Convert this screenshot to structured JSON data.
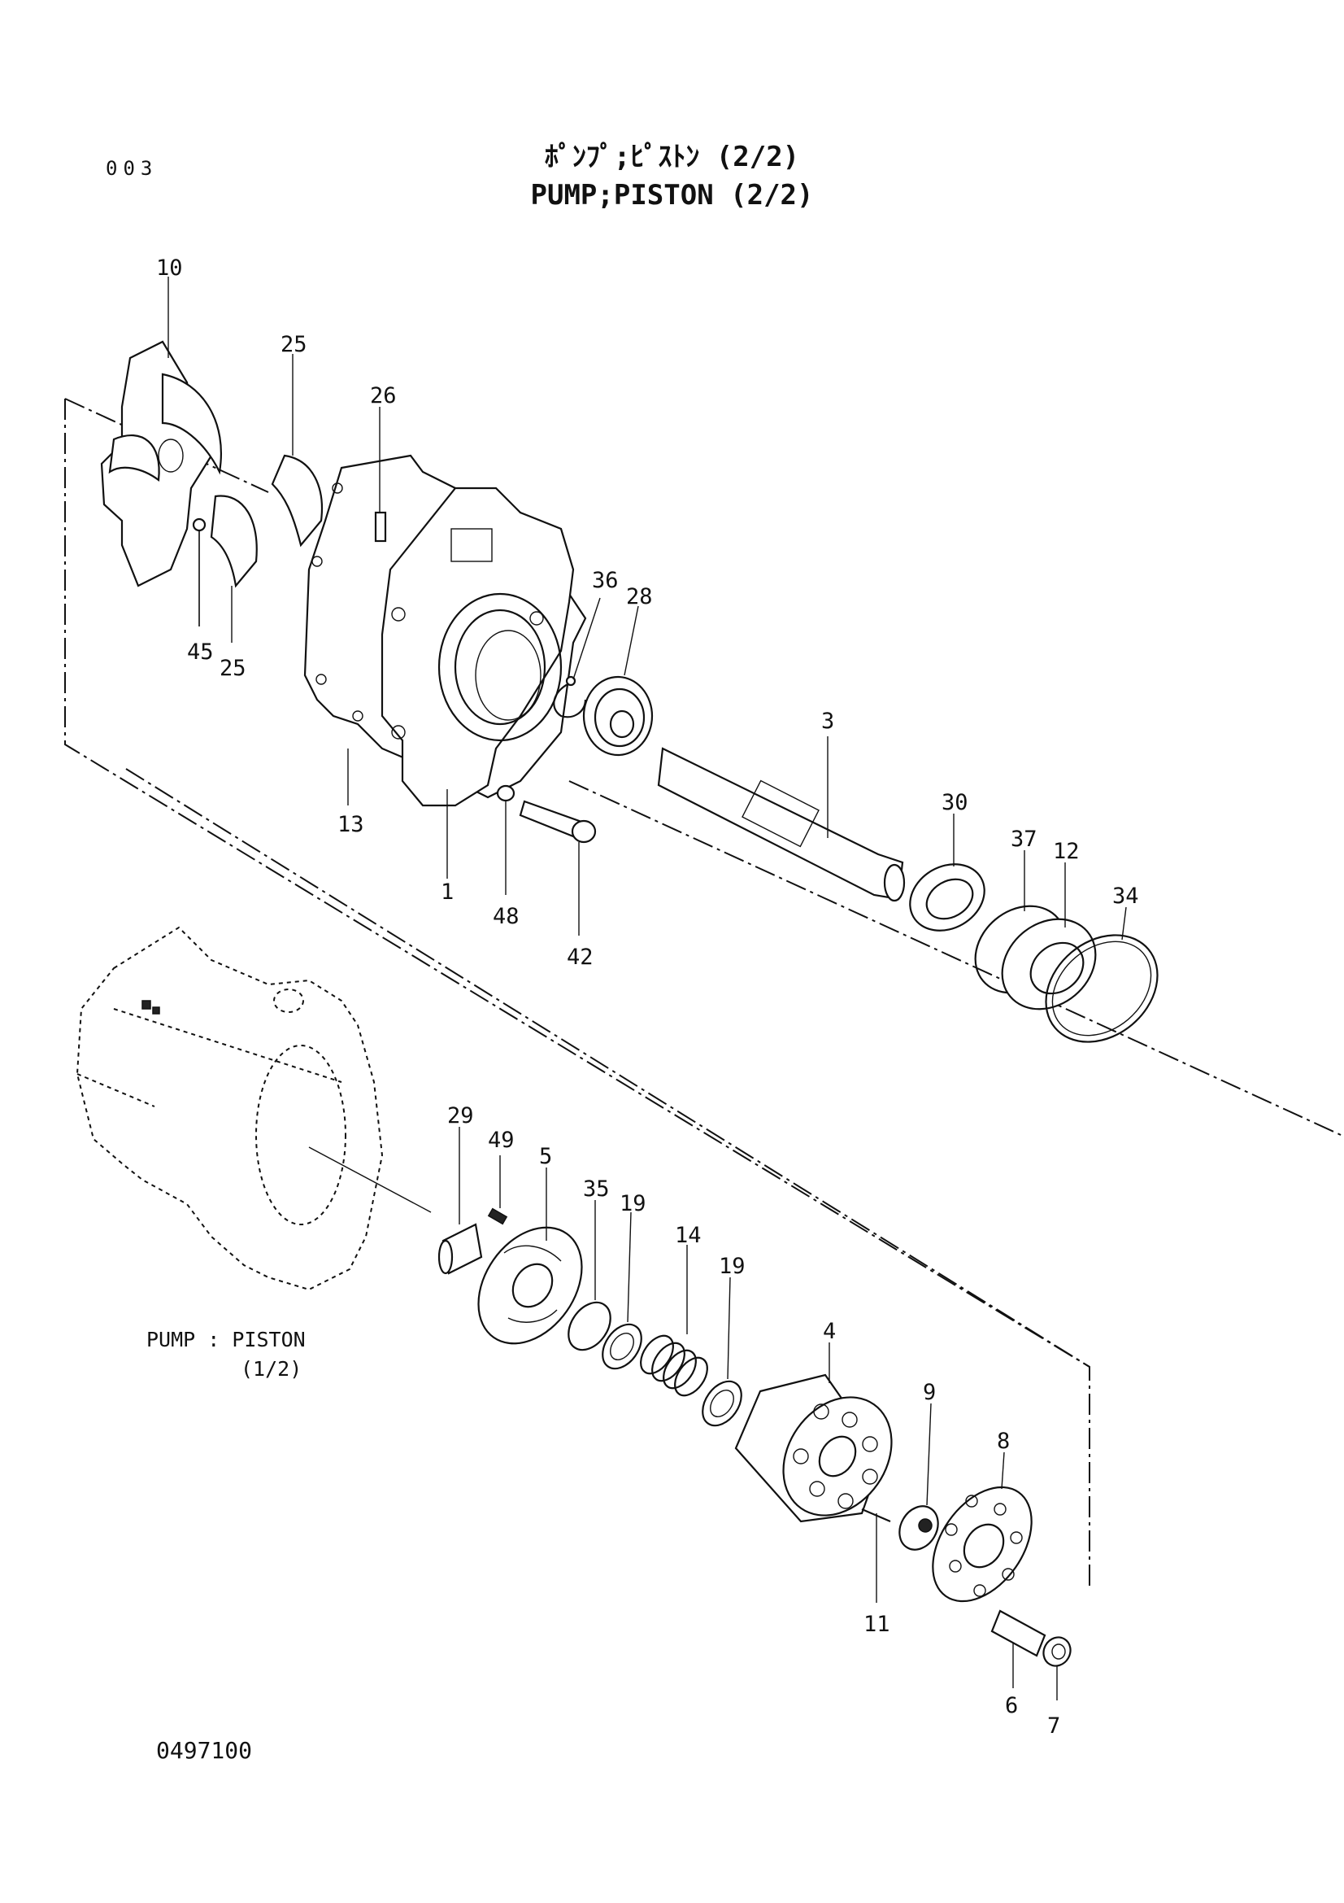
{
  "header": {
    "page_number": "003",
    "title_jp": "ﾎﾟﾝﾌﾟ;ﾋﾟｽﾄﾝ (2/2)",
    "title_en": "PUMP;PISTON (2/2)"
  },
  "reference_label": {
    "line1": "PUMP : PISTON",
    "line2": "(1/2)"
  },
  "drawing_code": "0497100",
  "callouts": {
    "c10": "10",
    "c25a": "25",
    "c26": "26",
    "c45": "45",
    "c25b": "25",
    "c36": "36",
    "c28": "28",
    "c3": "3",
    "c13": "13",
    "c1": "1",
    "c48": "48",
    "c42": "42",
    "c30": "30",
    "c37": "37",
    "c12": "12",
    "c34": "34",
    "c29": "29",
    "c49": "49",
    "c5": "5",
    "c35": "35",
    "c19a": "19",
    "c14": "14",
    "c19b": "19",
    "c4": "4",
    "c9": "9",
    "c8": "8",
    "c11": "11",
    "c6": "6",
    "c7": "7"
  }
}
